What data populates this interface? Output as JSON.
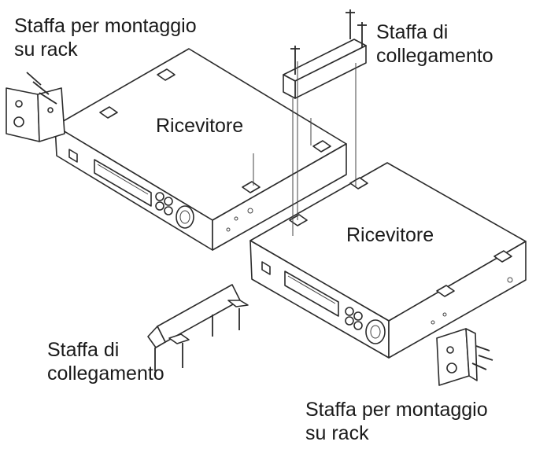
{
  "labels": {
    "rack_bracket_top_line1": "Staffa per montaggio",
    "rack_bracket_top_line2": "su rack",
    "link_bracket_top_line1": "Staffa di",
    "link_bracket_top_line2": "collegamento",
    "receiver_top": "Ricevitore",
    "receiver_bottom": "Ricevitore",
    "link_bracket_bottom_line1": "Staffa di",
    "link_bracket_bottom_line2": "collegamento",
    "rack_bracket_bottom_line1": "Staffa per montaggio",
    "rack_bracket_bottom_line2": "su rack"
  }
}
